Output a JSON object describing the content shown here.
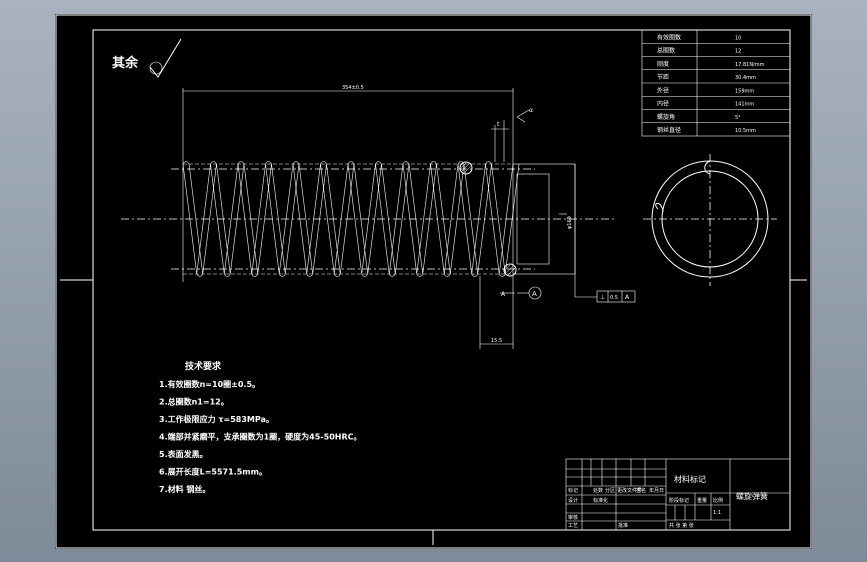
{
  "drawing": {
    "roughness_label": "其余",
    "title": "技术要求",
    "requirements": [
      "1.有效圈数n=10圈±0.5。",
      "2.总圈数n1=12。",
      "3.工作极限应力 τ=583MPa。",
      "4.端部并紧磨平，支承圈数为1圈，硬度为45-50HRC。",
      "5.表面发黑。",
      "6.展开长度L=5571.5mm。",
      "7.材料 钢丝。"
    ],
    "dims": {
      "overall": "354±0.5",
      "outer": "φ169",
      "pitch_small": "t",
      "bottom": "15.5",
      "angle": "α"
    },
    "datum": "A",
    "tolerance_frame": [
      "⊥",
      "0.5",
      "A"
    ],
    "thread_marker": "A"
  },
  "spec_table": [
    {
      "label": "有效圈数",
      "value": "10"
    },
    {
      "label": "总圈数",
      "value": "12"
    },
    {
      "label": "刚度",
      "value": "17.81N/mm"
    },
    {
      "label": "节距",
      "value": "30.4mm"
    },
    {
      "label": "外径",
      "value": "159mm"
    },
    {
      "label": "内径",
      "value": "141mm"
    },
    {
      "label": "螺旋角",
      "value": "5°"
    },
    {
      "label": "钢丝直径",
      "value": "10.5mm"
    }
  ],
  "title_block": {
    "material": "材料标记",
    "part_name": "螺旋弹簧",
    "row_labels": [
      "标记",
      "处数",
      "分区",
      "更改文件号",
      "签名",
      "年月日"
    ],
    "design": "设计",
    "std": "标准化",
    "review": "审核",
    "process": "工艺",
    "approve": "批准",
    "stage": "阶段标记",
    "weight": "重量",
    "scale": "比例",
    "scale_value": "1:1",
    "sheet": "共  张  第  张"
  }
}
